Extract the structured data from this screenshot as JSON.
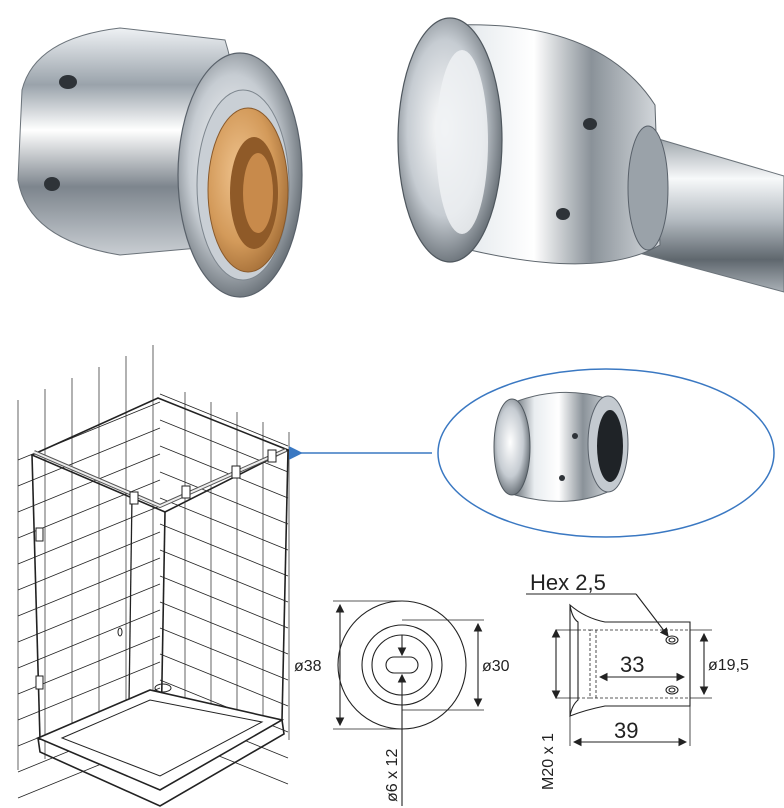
{
  "dimensions": {
    "hex_label": "Hex 2,5",
    "length_33": "33",
    "length_39": "39",
    "diameter_19_5": "ø19,5",
    "diameter_38": "ø38",
    "diameter_30": "ø30",
    "slot_6x12": "ø6 x 12",
    "thread_m20": "M20 x 1"
  },
  "colors": {
    "chrome_light": "#f4f6f8",
    "chrome_mid": "#b9c0c7",
    "chrome_dark": "#4a5158",
    "brass": "#d39a5a",
    "callout_blue": "#3a78c2",
    "line": "#222222"
  }
}
